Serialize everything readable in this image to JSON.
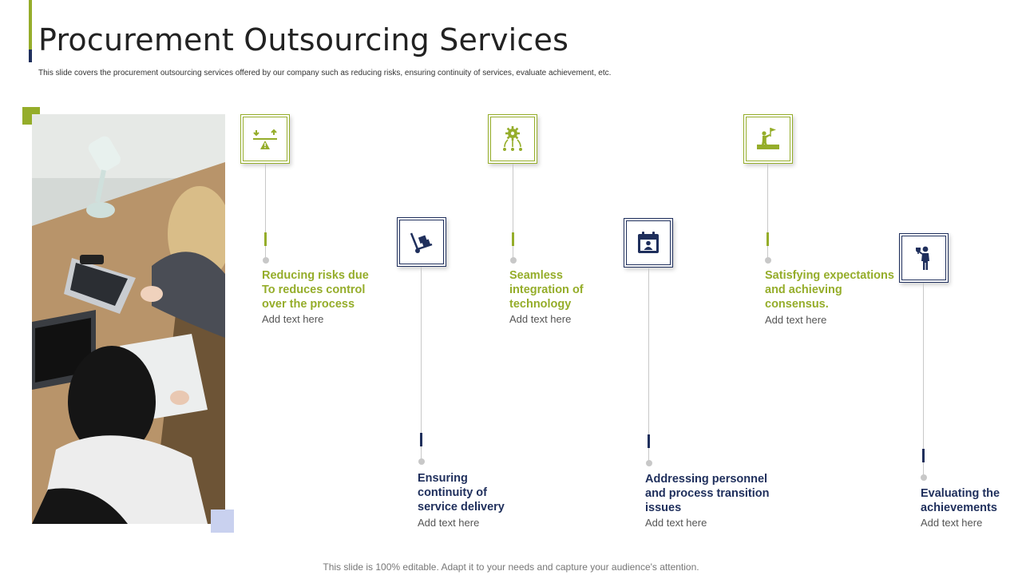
{
  "header": {
    "title": "Procurement Outsourcing Services",
    "subtitle": "This slide covers the procurement outsourcing services offered by our company such as reducing risks, ensuring continuity of services, evaluate achievement, etc."
  },
  "items": [
    {
      "title": "Reducing risks due To reduces control over the process",
      "text": "Add text here",
      "icon": "balance-risk-icon"
    },
    {
      "title": "Ensuring continuity of service delivery",
      "text": "Add text here",
      "icon": "hand-truck-icon"
    },
    {
      "title": "Seamless integration of technology",
      "text": "Add text here",
      "icon": "gear-network-icon"
    },
    {
      "title": "Addressing personnel and process transition issues",
      "text": "Add text here",
      "icon": "calendar-person-icon"
    },
    {
      "title": "Satisfying expectations and achieving consensus.",
      "text": "Add text here",
      "icon": "summit-flag-icon"
    },
    {
      "title": "Evaluating the achievements",
      "text": "Add text here",
      "icon": "trophy-person-icon"
    }
  ],
  "footer": {
    "text": "This slide is 100% editable. Adapt it to your needs and capture your audience's attention."
  },
  "colors": {
    "green": "#95ad2a",
    "navy": "#1f2f5c",
    "light_blue": "#c9d1ef"
  }
}
